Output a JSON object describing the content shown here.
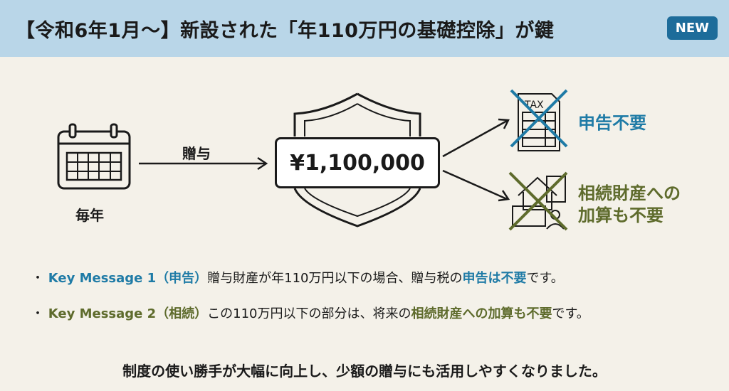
{
  "header": {
    "title": "【令和6年1月〜】新設された「年110万円の基礎控除」が鍵",
    "badge": "NEW"
  },
  "diagram": {
    "calendar_label": "毎年",
    "arrow_label": "贈与",
    "amount": "¥1,100,000",
    "tax_icon_text": "TAX",
    "outcome1": "申告不要",
    "outcome2_line1": "相続財産への",
    "outcome2_line2": "加算も不要"
  },
  "messages": [
    {
      "bullet": "・",
      "key": "Key Message 1（申告）",
      "text1": "贈与財産が年110万円以下の場合、贈与税の",
      "highlight": "申告は不要",
      "text2": "です。"
    },
    {
      "bullet": "・",
      "key": "Key Message 2（相続）",
      "text1": "この110万円以下の部分は、将来の",
      "highlight": "相続財産への加算も不要",
      "text2": "です。"
    }
  ],
  "footer": "制度の使い勝手が大幅に向上し、少額の贈与にも活用しやすくなりました。",
  "colors": {
    "blue": "#1f7ba6",
    "green": "#5e6b2c",
    "header": "#b9d6e8",
    "badge": "#1d6c9a"
  }
}
